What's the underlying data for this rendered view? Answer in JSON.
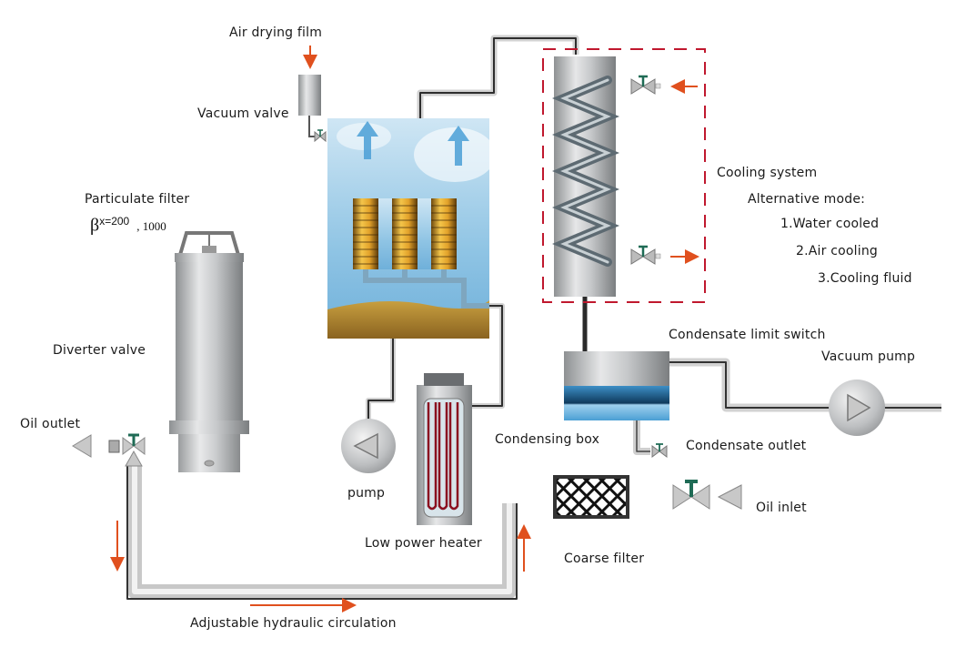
{
  "labels": {
    "air_drying_film": "Air drying film",
    "vacuum_valve": "Vacuum valve",
    "particulate_filter": "Particulate filter",
    "beta_symbol": "β",
    "beta_superscript": "x=200",
    "beta_value": ", 1000",
    "diverter_valve": "Diverter valve",
    "oil_outlet": "Oil outlet",
    "pump": "pump",
    "low_power_heater": "Low power heater",
    "condensing_box": "Condensing box",
    "condensate_limit_switch": "Condensate limit switch",
    "vacuum_pump": "Vacuum pump",
    "condensate_outlet": "Condensate outlet",
    "oil_inlet": "Oil inlet",
    "coarse_filter": "Coarse filter",
    "adjustable_hydraulic_circulation": "Adjustable hydraulic circulation",
    "cooling_system": "Cooling system",
    "alternative_mode": "Alternative mode:",
    "modes": [
      "1.Water cooled",
      "2.Air cooling",
      "3.Cooling fluid"
    ]
  },
  "colors": {
    "flow_arrow": "#e0501e",
    "dashed_box": "#c0182e",
    "valve_handle": "#1f6b55",
    "pipe": "#c8c8c8",
    "pipe_dark": "#3a3a3a",
    "heater_coil": "#8b1020"
  }
}
